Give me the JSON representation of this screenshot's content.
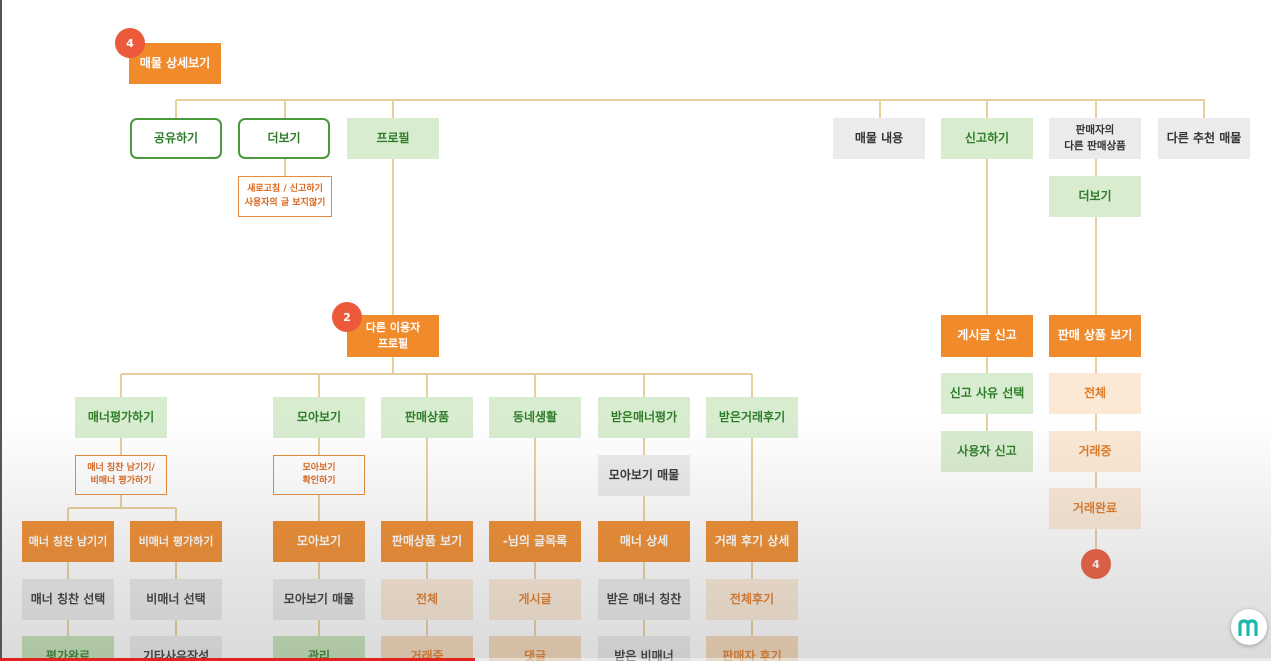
{
  "colors": {
    "orange": "#f08a2b",
    "green": "#d8ecd0",
    "gray": "#ebebeb",
    "peach": "#fbe9d6",
    "line": "#e7cf9d",
    "badge": "#ec5a3b",
    "progress": "#e32222",
    "logo": "#1bb9ad"
  },
  "badges": [
    "4",
    "2",
    "4"
  ],
  "logo_icon": "m-logo-icon",
  "video": {
    "progress": 0.374
  },
  "nodes": {
    "root": "매물 상세보기",
    "share": "공유하기",
    "more": "더보기",
    "more_options": "새로고침 / 신고하기\n사용자의 글 보지않기",
    "profile": "프로필",
    "listing_content": "매물 내용",
    "report": "신고하기",
    "seller_other": "판매자의\n다른 판매상품",
    "other_recommend": "다른 추천 매물",
    "seller_more": "더보기",
    "post_report": "게시글 신고",
    "report_reason": "신고 사유 선택",
    "user_report": "사용자 신고",
    "view_sale_items": "판매 상품 보기",
    "all": "전체",
    "trading": "거래중",
    "trade_done": "거래완료",
    "other_profile": "다른 이용자\n프로필",
    "manner_eval": "매너평가하기",
    "collection": "모아보기",
    "sale_items": "판매상품",
    "neighborhood": "동네생활",
    "received_manner": "받은매너평가",
    "received_reviews": "받은거래후기",
    "manner_choice": "매너 칭찬 남기기/\n비매너 평가하기",
    "collection_confirm": "모아보기\n확인하기",
    "received_collection": "모아보기 매물",
    "leave_praise": "매너 칭찬 남기기",
    "non_manner_eval": "비매너 평가하기",
    "collection_o": "모아보기",
    "sale_items_view": "판매상품 보기",
    "user_posts": "-님의 글목록",
    "manner_detail": "매너 상세",
    "review_detail": "거래 후기 상세",
    "select_praise": "매너 칭찬 선택",
    "select_non_manner": "비매너 선택",
    "collection_items": "모아보기 매물",
    "sale_all": "전체",
    "posts": "게시글",
    "received_praise": "받은 매너 칭찬",
    "all_reviews": "전체후기",
    "eval_done": "평가완료",
    "other_reason": "기타사유작성",
    "manage": "관리",
    "sale_trading": "거래중",
    "comments": "댓글",
    "received_non_manner": "받은 비매너",
    "seller_review": "판매자 후기"
  }
}
